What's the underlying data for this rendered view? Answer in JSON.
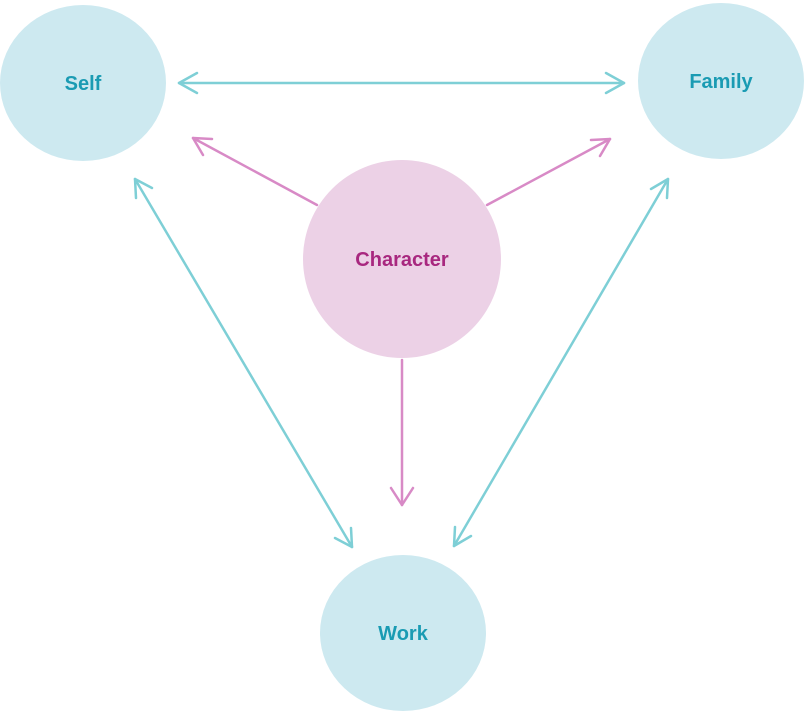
{
  "colors": {
    "outer_node_fill": "#cde9f0",
    "outer_node_text": "#1a9bb3",
    "outer_arrow": "#7ecfd6",
    "center_node_fill": "#ecd1e6",
    "center_node_text": "#a8277f",
    "center_arrow": "#d88ac6",
    "background": "#ffffff"
  },
  "nodes": {
    "self": "Self",
    "family": "Family",
    "work": "Work",
    "character": "Character"
  },
  "edges": [
    {
      "from": "self",
      "to": "family",
      "kind": "bidirectional"
    },
    {
      "from": "self",
      "to": "work",
      "kind": "bidirectional"
    },
    {
      "from": "family",
      "to": "work",
      "kind": "bidirectional"
    },
    {
      "from": "character",
      "to": "self",
      "kind": "directed"
    },
    {
      "from": "character",
      "to": "family",
      "kind": "directed"
    },
    {
      "from": "character",
      "to": "work",
      "kind": "directed"
    }
  ]
}
